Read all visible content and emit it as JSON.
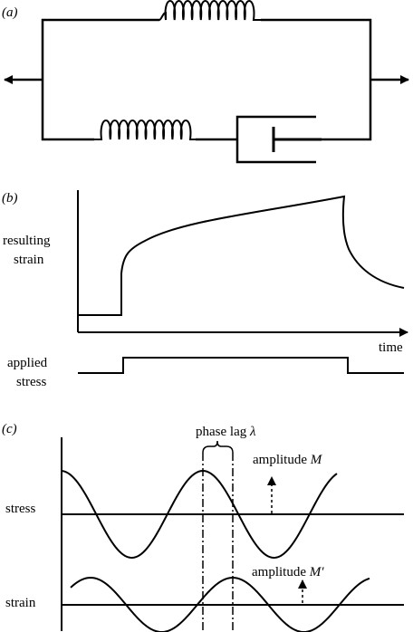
{
  "panels": {
    "a": {
      "label": "(a)"
    },
    "b": {
      "label": "(b)",
      "strain_label_line1": "resulting",
      "strain_label_line2": "strain",
      "time_label": "time",
      "stress_label_line1": "applied",
      "stress_label_line2": "stress"
    },
    "c": {
      "label": "(c)",
      "phase_lag_label": "phase lag",
      "phase_lag_symbol": "λ",
      "amplitude_m_label": "amplitude",
      "amplitude_m_symbol": "M",
      "amplitude_m_prime_label": "amplitude",
      "amplitude_m_prime_symbol": "M′",
      "stress_label": "stress",
      "strain_label": "strain"
    }
  },
  "colors": {
    "ink": "#000000",
    "background": "#ffffff"
  }
}
